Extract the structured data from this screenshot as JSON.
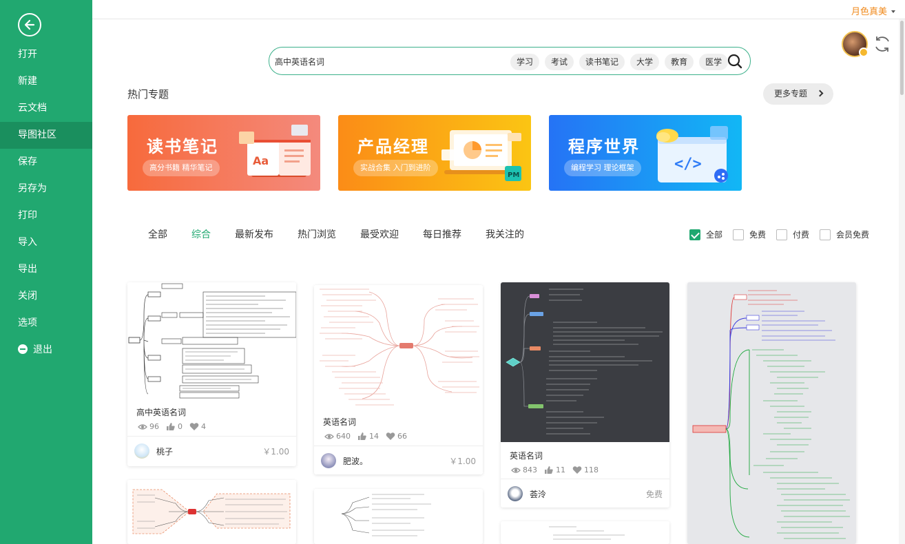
{
  "sidebar": {
    "items": [
      {
        "label": "打开"
      },
      {
        "label": "新建"
      },
      {
        "label": "云文档"
      },
      {
        "label": "导图社区",
        "active": true
      },
      {
        "label": "保存"
      },
      {
        "label": "另存为"
      },
      {
        "label": "打印"
      },
      {
        "label": "导入"
      },
      {
        "label": "导出"
      },
      {
        "label": "关闭"
      },
      {
        "label": "选项"
      },
      {
        "label": "退出"
      }
    ]
  },
  "header": {
    "user_name": "月色真美"
  },
  "search": {
    "value": "高中英语名词",
    "tags": [
      "学习",
      "考试",
      "读书笔记",
      "大学",
      "教育",
      "医学"
    ]
  },
  "hot_topics": {
    "title": "热门专题",
    "more_label": "更多专题",
    "banners": [
      {
        "title": "读书笔记",
        "subtitle": "高分书籍 精华笔记"
      },
      {
        "title": "产品经理",
        "subtitle": "实战合集 入门到进阶"
      },
      {
        "title": "程序世界",
        "subtitle": "编程学习 理论框架"
      }
    ]
  },
  "tabs": [
    "全部",
    "综合",
    "最新发布",
    "热门浏览",
    "最受欢迎",
    "每日推荐",
    "我关注的"
  ],
  "active_tab": "综合",
  "filters": [
    {
      "label": "全部",
      "checked": true
    },
    {
      "label": "免费",
      "checked": false
    },
    {
      "label": "付费",
      "checked": false
    },
    {
      "label": "会员免费",
      "checked": false
    }
  ],
  "cards": [
    {
      "title": "高中英语名词",
      "views": "96",
      "likes": "0",
      "favorites": "4",
      "author": "桃子",
      "price": "￥1.00"
    },
    {
      "title": "英语名词",
      "views": "640",
      "likes": "14",
      "favorites": "66",
      "author": "肥波。",
      "price": "￥1.00"
    },
    {
      "title": "英语名词",
      "views": "843",
      "likes": "11",
      "favorites": "118",
      "author": "荟泠",
      "price": "免费"
    }
  ],
  "colors": {
    "sidebar_bg": "#21a870",
    "accent": "#1fa870",
    "user_name": "#f08a1c"
  }
}
